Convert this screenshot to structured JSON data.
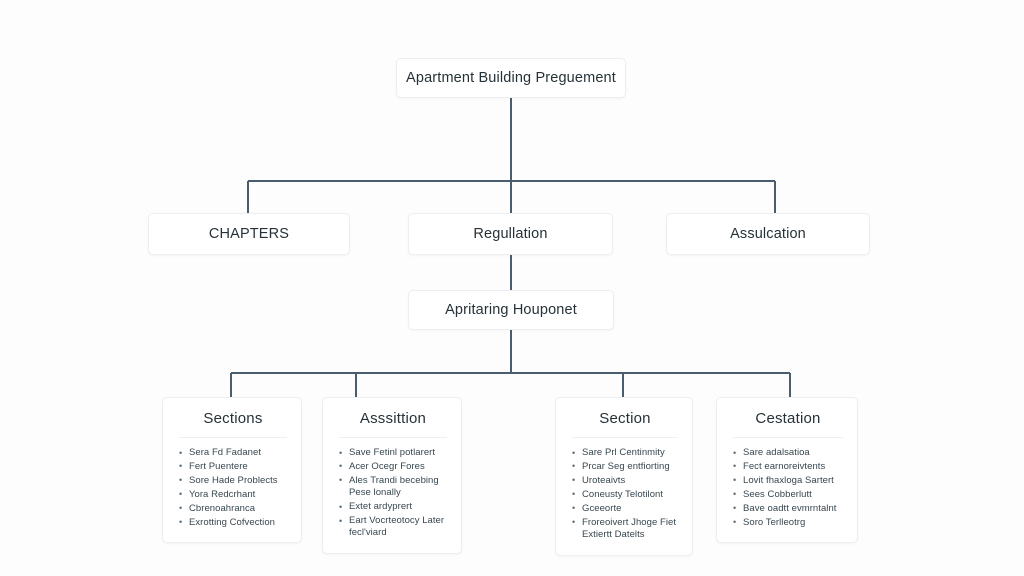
{
  "diagram": {
    "type": "hierarchy-tree",
    "title": "Apartment Building Preguement",
    "line_color": "#4a5d6e",
    "background_color": "#fdfdfd",
    "text_color": "#263238",
    "card_border_color": "#eceef0"
  },
  "root": {
    "label": "Apartment Building Preguement"
  },
  "level2": [
    {
      "label": "CHAPTERS"
    },
    {
      "label": "Regullation"
    },
    {
      "label": "Assulcation"
    }
  ],
  "level3": [
    {
      "label": "Apritaring Houponet"
    }
  ],
  "level4": [
    {
      "title": "Sections",
      "items": [
        "Sera Fd Fadanet",
        "Fert Puentere",
        "Sore Hade Problects",
        "Yora Redcrhant",
        "Cbrenoahranca",
        "Exrotting Cofvection"
      ]
    },
    {
      "title": "Asssittion",
      "items": [
        "Save Fetinl potlarert",
        "Acer Ocegr Fores",
        "Ales Trandi becebing Pese lonally",
        "Extet ardyprert",
        "Eart Vocrteotocy Later fecl'viard"
      ]
    },
    {
      "title": "Section",
      "items": [
        "Sare Prl Centinmity",
        "Prcar Seg entfiorting",
        "Uroteaivts",
        "Coneusty Telotilont",
        "Gceeorte",
        "Froreoivert Jhoge Fiet Extiertt Datelts"
      ]
    },
    {
      "title": "Cestation",
      "items": [
        "Sare adalsatioa",
        "Fect earnoreivtents",
        "Lovit fhaxloga Sartert",
        "Sees Cobberlutt",
        "Bave oadtt evmrntalnt",
        "Soro Terlleotrg"
      ]
    }
  ]
}
